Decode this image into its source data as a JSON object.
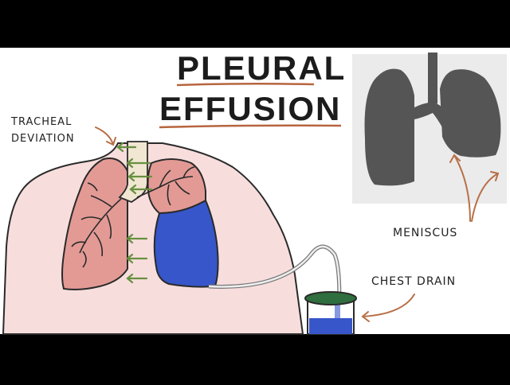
{
  "title": {
    "line1": "PLEURAL",
    "line2": "EFFUSION"
  },
  "labels": {
    "tracheal": "TRACHEAL",
    "deviation": "DEVIATION",
    "meniscus": "MENISCUS",
    "chest_drain": "CHEST DRAIN"
  },
  "colors": {
    "skin": "#f7dedd",
    "lung": "#e39a95",
    "fluid": "#3756c9",
    "airway": "#f1e6d2",
    "arrow_green": "#66913f",
    "arrow_brown": "#b77048",
    "xray_bg": "#ebebeb",
    "xray_lung": "#555555",
    "underline": "#b7653f"
  }
}
